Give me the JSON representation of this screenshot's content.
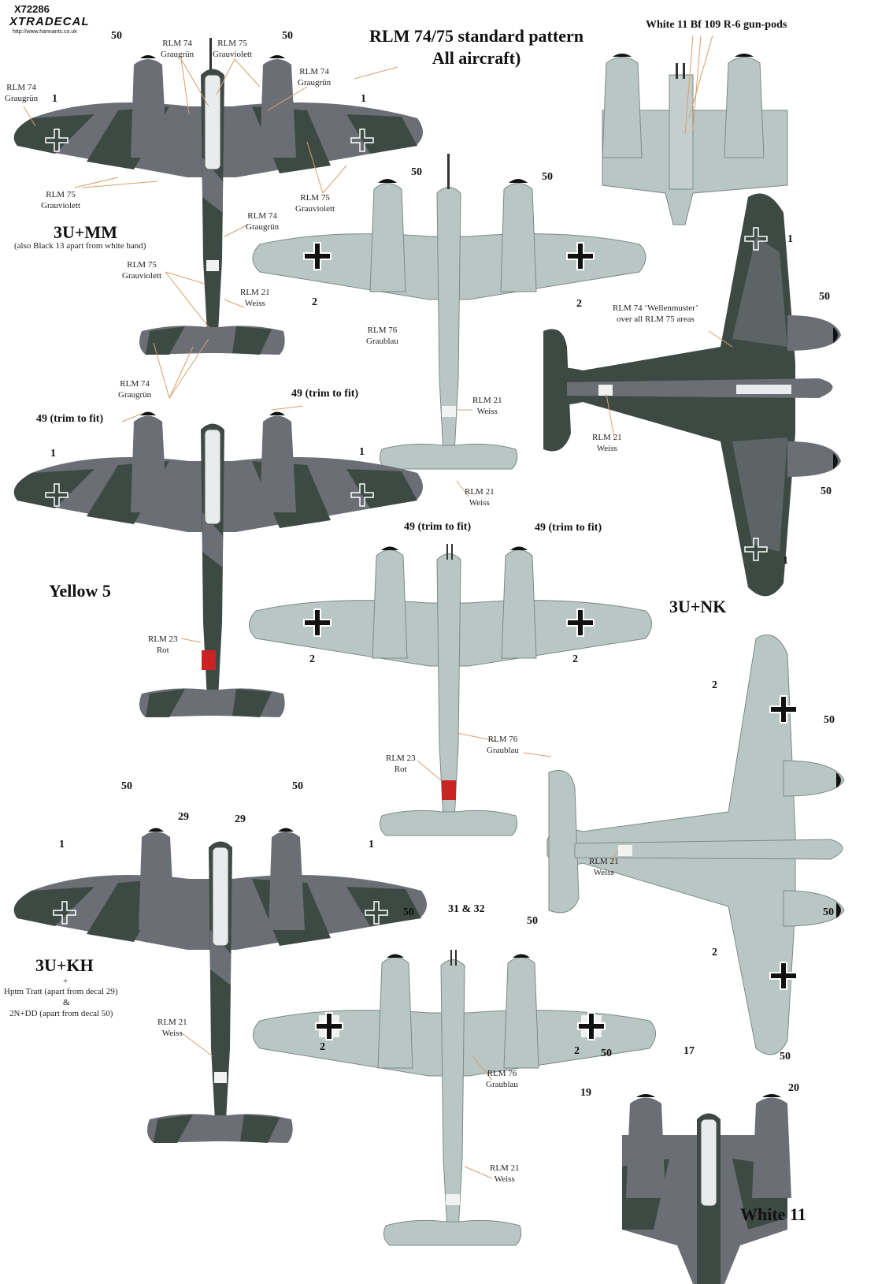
{
  "header": {
    "product_code": "X72286",
    "brand": "XTRADECAL",
    "website": "http://www.hannants.co.uk",
    "title_line1": "RLM 74/75 standard pattern",
    "title_line2": "All aircraft)"
  },
  "colors": {
    "rlm74": "#3d4a43",
    "rlm75": "#6b6f75",
    "rlm76": "#b9c7c4",
    "rlm21": "#f2f2f2",
    "rlm23": "#cc2222",
    "leader": "#d9a06b"
  },
  "aircraft_names": {
    "a1": "3U+MM",
    "a1_note": "(also Black 13 apart from white band)",
    "a2": "Yellow 5",
    "a3": "3U+KH",
    "a3_note_plus": "+",
    "a3_note_1": "Hptm Tratt (apart from decal 29)",
    "a3_note_amp": "&",
    "a3_note_2": "2N+DD (apart from decal 50)",
    "a4": "3U+NK",
    "a5": "White 11",
    "gunpods": "White 11 Bf 109 R-6 gun-pods"
  },
  "color_labels": {
    "rlm74_line1": "RLM 74",
    "rlm74_line2": "Graugrün",
    "rlm75_line1": "RLM 75",
    "rlm75_line2": "Grauviolett",
    "rlm76_line1": "RLM 76",
    "rlm76_line2": "Graublau",
    "rlm21_line1": "RLM 21",
    "rlm21_line2": "Weiss",
    "rlm23_line1": "RLM 23",
    "rlm23_line2": "Rot",
    "wellen_line1": "RLM 74 ‘Wellenmuster’",
    "wellen_line2": "over all RLM 75 areas"
  },
  "decal_numbers": {
    "n1": "1",
    "n2": "2",
    "n17": "17",
    "n19": "19",
    "n20": "20",
    "n29": "29",
    "n50": "50",
    "n31_32": "31 & 32",
    "n49_trim": "49 (trim to fit)"
  }
}
